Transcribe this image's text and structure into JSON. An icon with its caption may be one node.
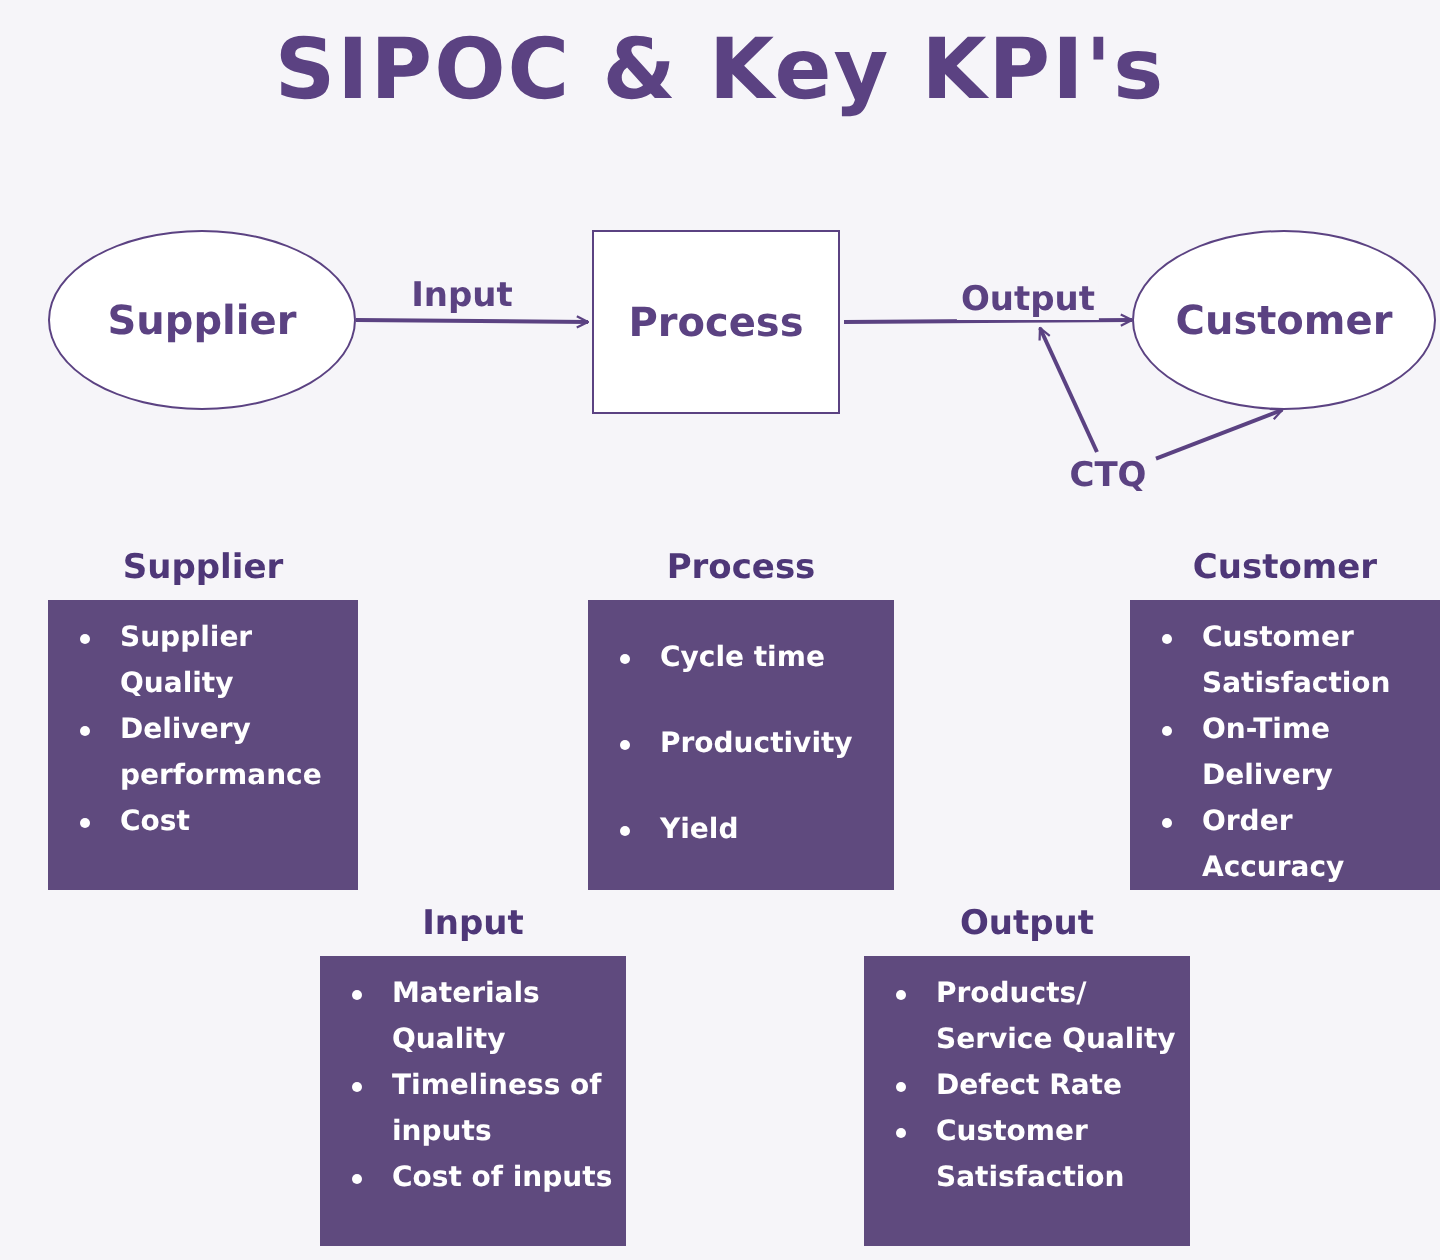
{
  "diagram": {
    "title": "SIPOC & Key KPI's",
    "nodes": [
      {
        "text": [
          "Supplier"
        ]
      },
      {
        "text": [
          "Process"
        ]
      },
      {
        "text": [
          "Customer"
        ]
      },
      {
        "text": [
          "CTQ"
        ]
      },
      {
        "text": [
          "Supplier",
          "Supplier Quality",
          "Delivery performance",
          "Cost"
        ]
      },
      {
        "text": [
          "Process",
          "Cycle time",
          "Productivity",
          "Yield"
        ]
      },
      {
        "text": [
          "Customer",
          "Customer Satisfaction",
          "On-Time Delivery",
          "Order Accuracy"
        ]
      },
      {
        "text": [
          "Input",
          "Materials Quality",
          "Timeliness of inputs",
          "Cost of inputs"
        ]
      },
      {
        "text": [
          "Output",
          "Products/ Service Quality",
          "Defect Rate",
          "Customer Satisfaction"
        ]
      }
    ],
    "edges": [
      {
        "from": 0,
        "to": 1,
        "arrow": "to",
        "label": "Input"
      },
      {
        "from": 1,
        "to": 2,
        "arrow": "to",
        "label": "Output"
      },
      {
        "from": 3,
        "to": null,
        "arrow": "to"
      },
      {
        "from": 3,
        "to": 2,
        "arrow": "to"
      }
    ]
  }
}
